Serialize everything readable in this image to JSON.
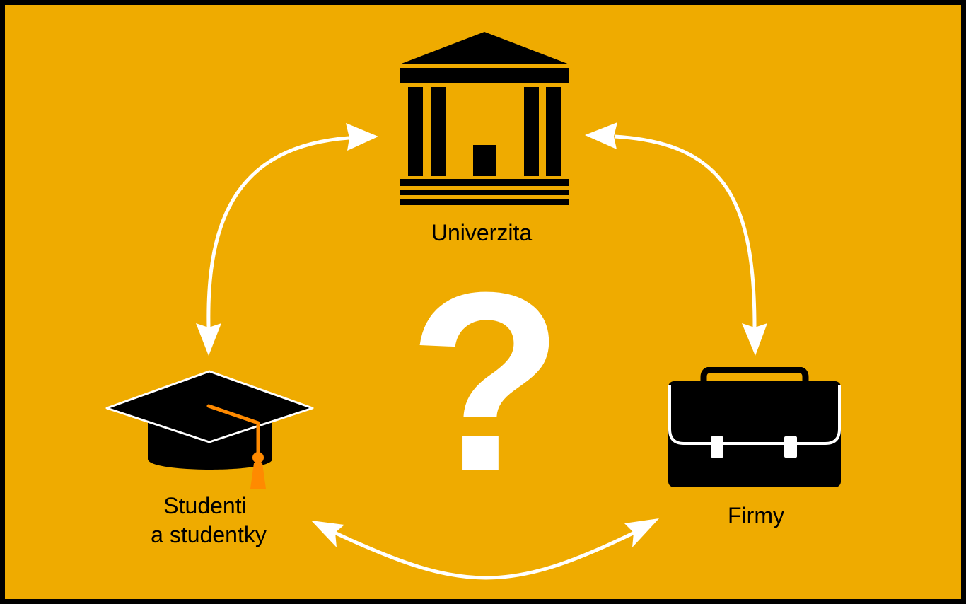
{
  "colors": {
    "background": "#efab00",
    "border": "#000000",
    "icon": "#000000",
    "arrow": "#ffffff",
    "question_mark": "#ffffff",
    "tassel": "#ff8a00"
  },
  "nodes": {
    "university": {
      "label": "Univerzita",
      "icon": "university-building-icon"
    },
    "students": {
      "label_line1": "Studenti",
      "label_line2": "a studentky",
      "icon": "graduation-cap-icon"
    },
    "companies": {
      "label": "Firmy",
      "icon": "briefcase-icon"
    }
  },
  "center": {
    "symbol": "?"
  },
  "connections": [
    {
      "from": "students",
      "to": "university",
      "bidirectional": true
    },
    {
      "from": "university",
      "to": "companies",
      "bidirectional": true
    },
    {
      "from": "students",
      "to": "companies",
      "bidirectional": true
    }
  ]
}
